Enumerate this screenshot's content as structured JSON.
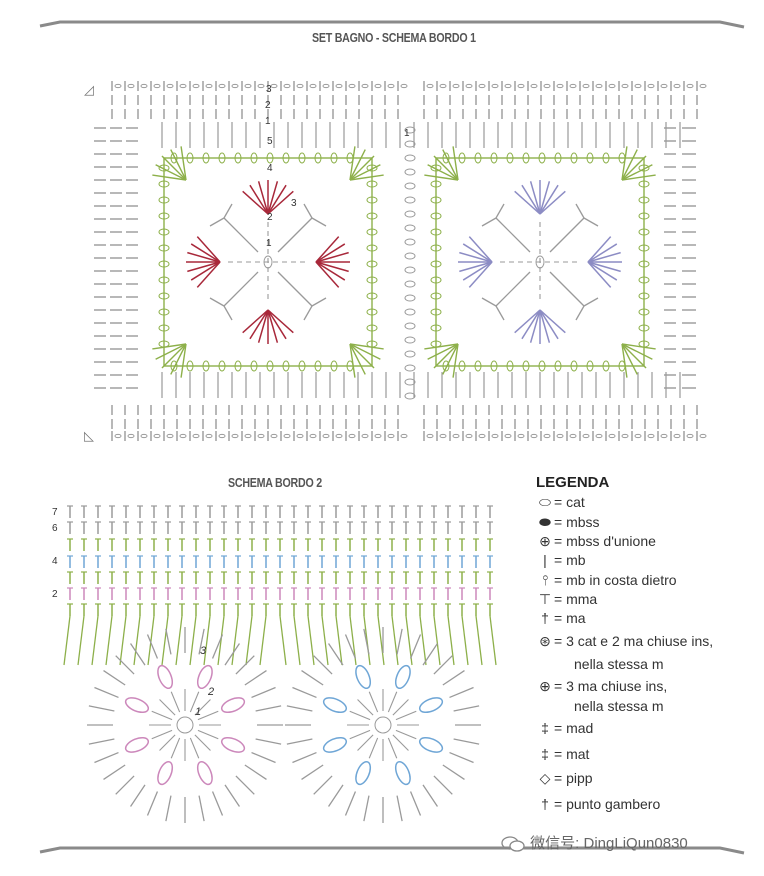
{
  "chart_title_1": "SET BAGNO - SCHEMA BORDO 1",
  "chart_title_2": "SCHEMA BORDO 2",
  "legend": {
    "title": "LEGENDA",
    "items": [
      {
        "symbol": "oval-open-icon",
        "text": "= cat"
      },
      {
        "symbol": "oval-filled-icon",
        "text": "= mbss"
      },
      {
        "symbol": "join-dot-icon",
        "text": "= mbss d'unione"
      },
      {
        "symbol": "mb-icon",
        "text": "= mb"
      },
      {
        "symbol": "mb-back-icon",
        "text": "= mb in costa dietro"
      },
      {
        "symbol": "mma-icon",
        "text": "= mma"
      },
      {
        "symbol": "ma-icon",
        "text": "= ma"
      },
      {
        "symbol": "cluster-cat-icon",
        "text": "= 3 cat e 2 ma chiuse ins,"
      },
      {
        "symbol": "",
        "text": "nella stessa m"
      },
      {
        "symbol": "cluster-ma-icon",
        "text": "= 3 ma chiuse ins,"
      },
      {
        "symbol": "",
        "text": "nella stessa m"
      },
      {
        "symbol": "mad-icon",
        "text": "= mad"
      },
      {
        "symbol": "mat-icon",
        "text": "= mat"
      },
      {
        "symbol": "picot-icon",
        "text": "= pipp"
      },
      {
        "symbol": "crab-stitch-icon",
        "text": "= punto gambero"
      }
    ]
  },
  "row_numbers_1": [
    "3",
    "2",
    "1",
    "5",
    "4",
    "3",
    "2",
    "1",
    "1"
  ],
  "row_numbers_2": [
    "7",
    "6",
    "4",
    "2"
  ],
  "round_numbers_2": [
    "3",
    "2",
    "1"
  ],
  "watermark": "微信号: DingLiQun0830",
  "colors": {
    "grey": "#9a9a9a",
    "green": "#8db04a",
    "red": "#a8283a",
    "purple": "#8c8cc4",
    "pink": "#cc88bb",
    "blue": "#6fa6d6",
    "frame": "#8a8a8a"
  }
}
